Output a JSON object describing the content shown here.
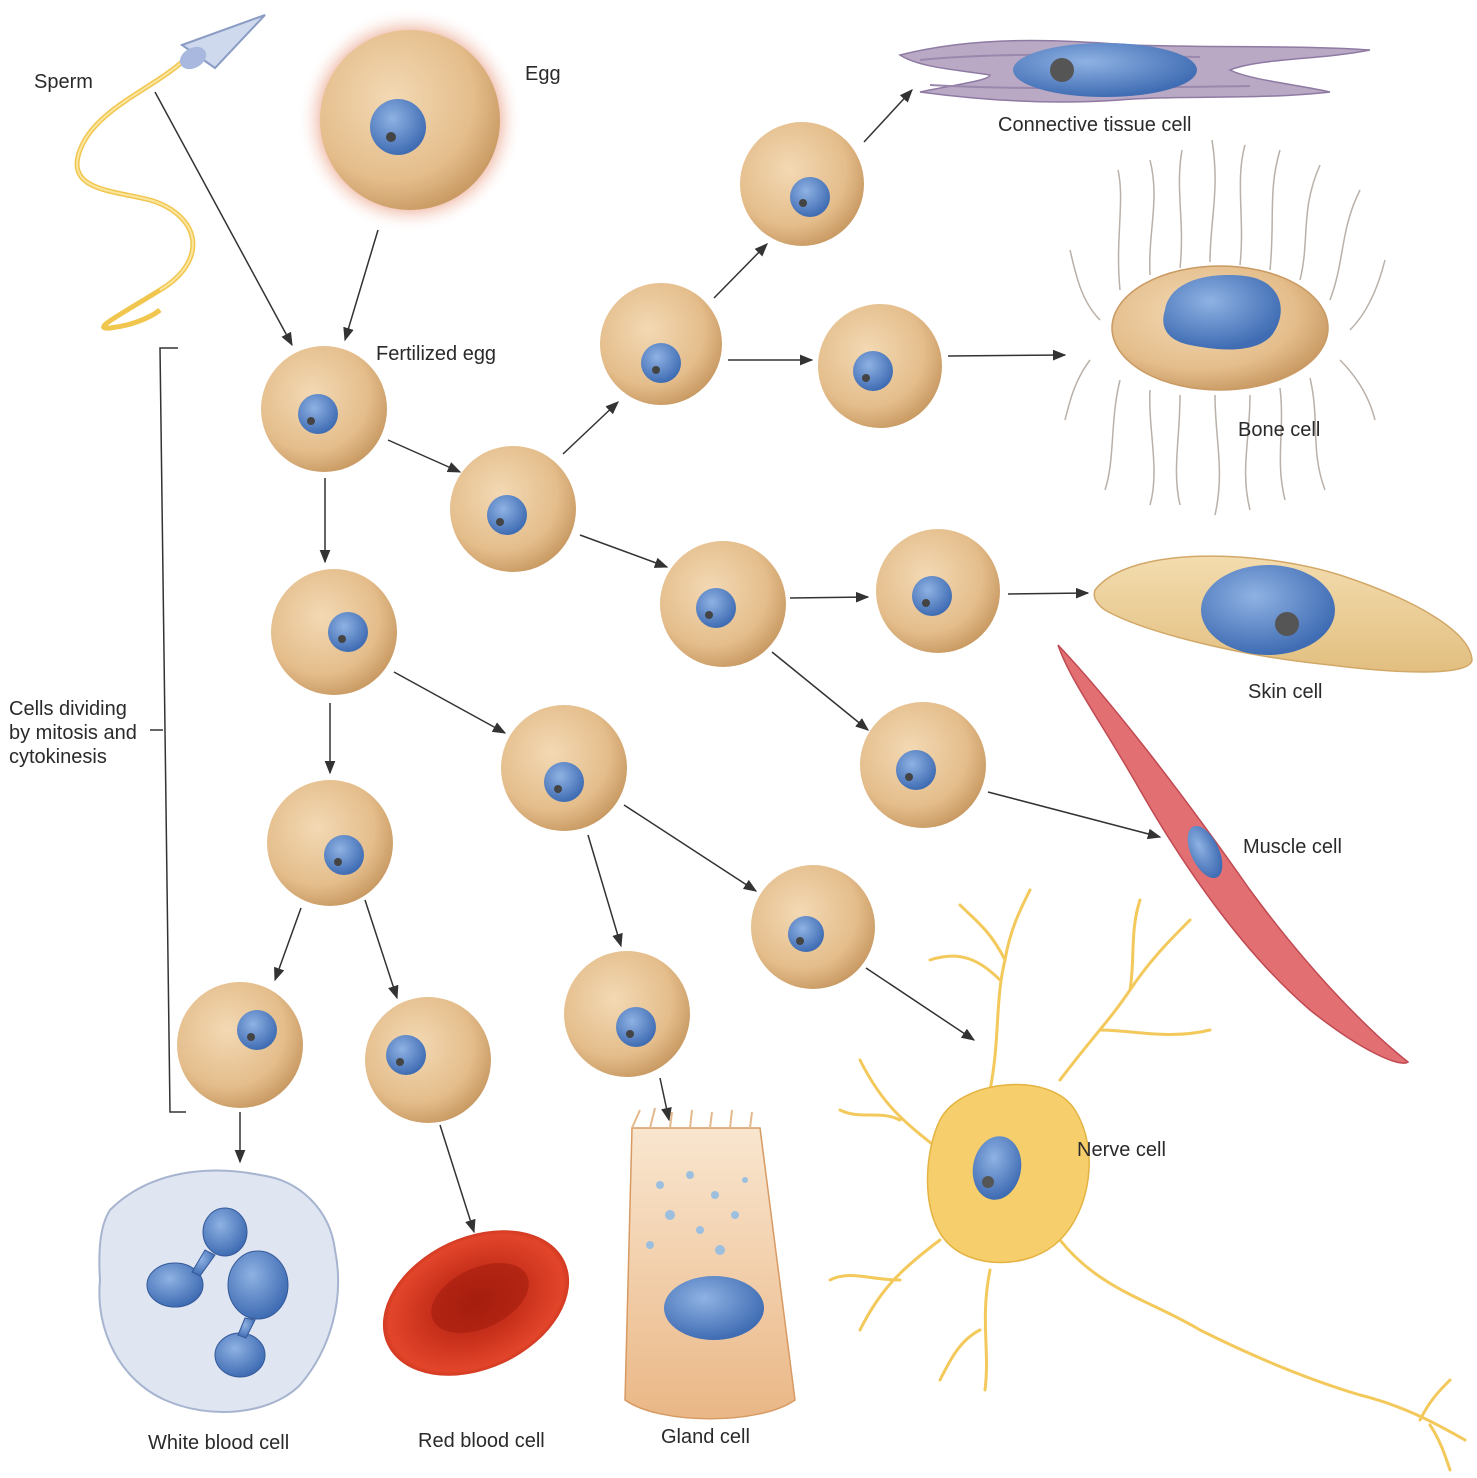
{
  "labels": {
    "sperm": "Sperm",
    "egg": "Egg",
    "fertilized_egg": "Fertilized egg",
    "connective": "Connective tissue cell",
    "bone": "Bone cell",
    "skin": "Skin cell",
    "muscle": "Muscle cell",
    "nerve": "Nerve cell",
    "white_blood": "White blood cell",
    "red_blood": "Red blood cell",
    "gland": "Gland cell",
    "dividing": [
      "Cells dividing",
      "by mitosis and",
      "cytokinesis"
    ]
  },
  "colors": {
    "cell_fill": "#e8c597",
    "cell_edge": "#c99a63",
    "nucleus": "#5b86c7",
    "arrow": "#333333",
    "red_blood": "#d0321f",
    "muscle": "#e06b6e",
    "nerve": "#f4c75a",
    "bone_body": "#e3c59c"
  }
}
